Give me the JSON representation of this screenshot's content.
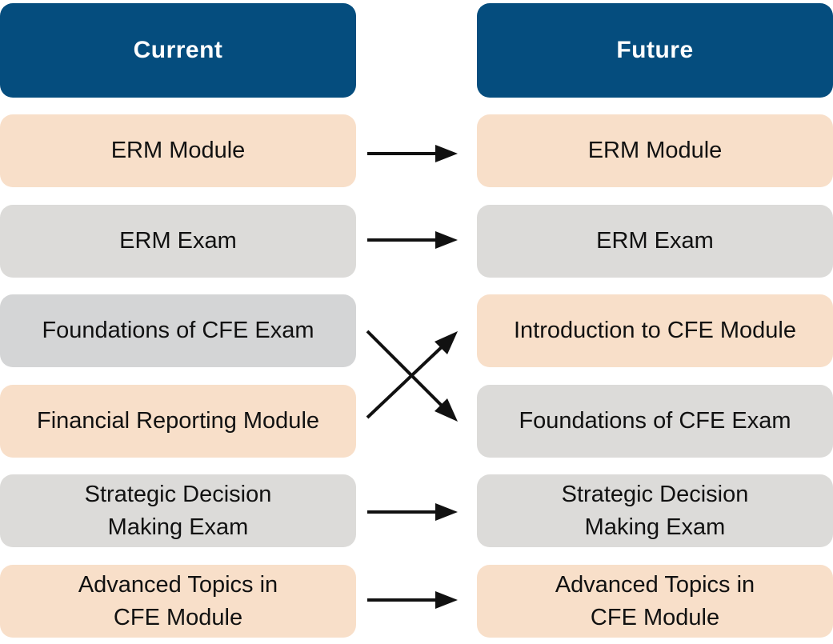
{
  "headers": {
    "current": "Current",
    "future": "Future"
  },
  "current": [
    {
      "label": "ERM Module",
      "color": "peach"
    },
    {
      "label": "ERM Exam",
      "color": "gray"
    },
    {
      "label": "Foundations of CFE Exam",
      "color": "gray2"
    },
    {
      "label": "Financial Reporting Module",
      "color": "peach"
    },
    {
      "label": "Strategic Decision\nMaking Exam",
      "color": "gray"
    },
    {
      "label": "Advanced Topics in\nCFE Module",
      "color": "peach"
    }
  ],
  "future": [
    {
      "label": "ERM Module",
      "color": "peach"
    },
    {
      "label": "ERM Exam",
      "color": "gray"
    },
    {
      "label": "Introduction to CFE Module",
      "color": "peach"
    },
    {
      "label": "Foundations of CFE Exam",
      "color": "gray"
    },
    {
      "label": "Strategic Decision\nMaking Exam",
      "color": "gray"
    },
    {
      "label": "Advanced Topics in\nCFE Module",
      "color": "peach"
    }
  ],
  "colors": {
    "header": "#054d7e",
    "peach": "#f8dfc9",
    "gray": "#dcdbd9",
    "arrow": "#111111"
  },
  "mapping": [
    {
      "from": 0,
      "to": 0
    },
    {
      "from": 1,
      "to": 1
    },
    {
      "from": 2,
      "to": 3
    },
    {
      "from": 3,
      "to": 2
    },
    {
      "from": 4,
      "to": 4
    },
    {
      "from": 5,
      "to": 5
    }
  ]
}
